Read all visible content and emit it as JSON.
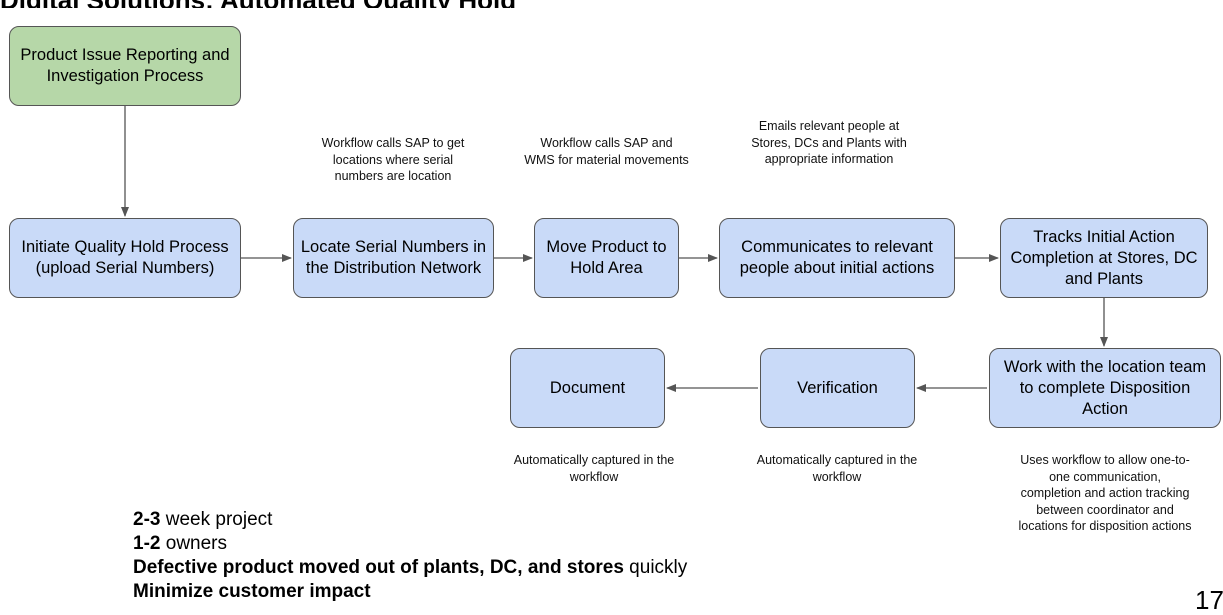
{
  "header": {
    "title": "Digital Solutions: Automated Quality Hold"
  },
  "nodes": {
    "start": "Product Issue Reporting and Investigation Process",
    "initiate": "Initiate Quality Hold Process (upload Serial Numbers)",
    "locate": "Locate Serial Numbers in the Distribution Network",
    "move": "Move Product to Hold Area",
    "communicate": "Communicates to relevant people about initial actions",
    "track": "Tracks Initial Action Completion at Stores, DC and Plants",
    "work": "Work with the location team to complete Disposition Action",
    "verification": "Verification",
    "document": "Document"
  },
  "notes": {
    "locate": "Workflow calls SAP to get locations where serial numbers are location",
    "move": "Workflow calls SAP and WMS for material movements",
    "communicate": "Emails relevant people at Stores, DCs and Plants with appropriate information",
    "document": "Automatically captured in the workflow",
    "verification": "Automatically captured in the workflow",
    "work": "Uses workflow to allow one-to-one communication, completion and action tracking between coordinator and locations for disposition actions"
  },
  "summary": {
    "line1_bold": "2-3",
    "line1_rest": " week project",
    "line2_bold": "1-2",
    "line2_rest": " owners",
    "line3_bold": "Defective product moved out of plants, DC, and stores",
    "line3_rest": " quickly",
    "line4_bold": "Minimize customer impact"
  },
  "page_number": "17",
  "colors": {
    "process_box": "#c9daf8",
    "start_box": "#b6d7a8",
    "arrow": "#555555"
  }
}
